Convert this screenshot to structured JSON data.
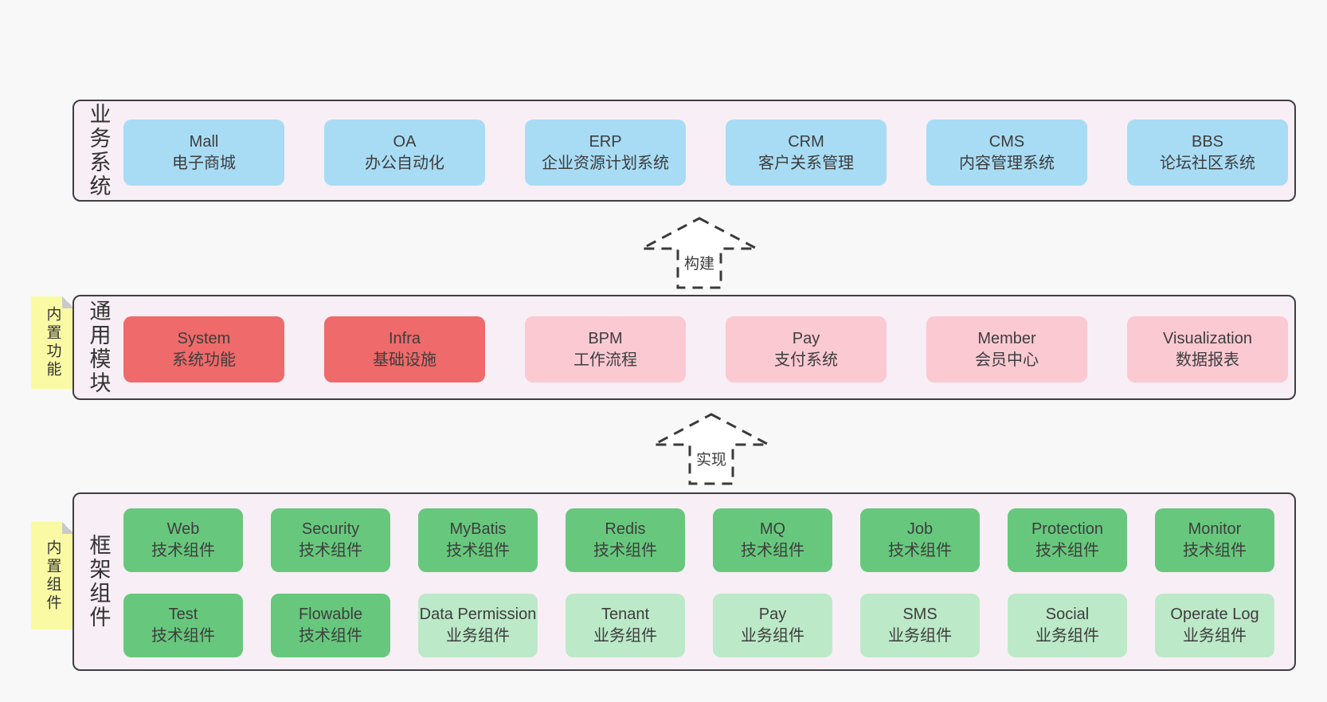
{
  "colors": {
    "canvas_bg": "#f8f8f8",
    "panel_bg": "#f8eef6",
    "panel_border": "#3f3f3f",
    "blue_box": "#a8dcf4",
    "red_box": "#ef6a6a",
    "pink_box": "#fbc9d2",
    "dark_green_box": "#67c87d",
    "light_green_box": "#bce9c8",
    "sticky_note": "#fafaa4",
    "sticky_fold": "#c9c9c9",
    "text": "#3d3d3d"
  },
  "layers": [
    {
      "label": "业务系统",
      "boxes": [
        {
          "title": "Mall",
          "subtitle": "电子商城"
        },
        {
          "title": "OA",
          "subtitle": "办公自动化"
        },
        {
          "title": "ERP",
          "subtitle": "企业资源计划系统"
        },
        {
          "title": "CRM",
          "subtitle": "客户关系管理"
        },
        {
          "title": "CMS",
          "subtitle": "内容管理系统"
        },
        {
          "title": "BBS",
          "subtitle": "论坛社区系统"
        }
      ]
    },
    {
      "label": "通用模块",
      "sticky": "内置功能",
      "boxes": [
        {
          "title": "System",
          "subtitle": "系统功能"
        },
        {
          "title": "Infra",
          "subtitle": "基础设施"
        },
        {
          "title": "BPM",
          "subtitle": "工作流程"
        },
        {
          "title": "Pay",
          "subtitle": "支付系统"
        },
        {
          "title": "Member",
          "subtitle": "会员中心"
        },
        {
          "title": "Visualization",
          "subtitle": "数据报表"
        }
      ]
    },
    {
      "label": "框架组件",
      "sticky": "内置组件",
      "rows": [
        [
          {
            "title": "Web",
            "subtitle": "技术组件"
          },
          {
            "title": "Security",
            "subtitle": "技术组件"
          },
          {
            "title": "MyBatis",
            "subtitle": "技术组件"
          },
          {
            "title": "Redis",
            "subtitle": "技术组件"
          },
          {
            "title": "MQ",
            "subtitle": "技术组件"
          },
          {
            "title": "Job",
            "subtitle": "技术组件"
          },
          {
            "title": "Protection",
            "subtitle": "技术组件"
          },
          {
            "title": "Monitor",
            "subtitle": "技术组件"
          }
        ],
        [
          {
            "title": "Test",
            "subtitle": "技术组件"
          },
          {
            "title": "Flowable",
            "subtitle": "技术组件"
          },
          {
            "title": "Data Permission",
            "subtitle": "业务组件"
          },
          {
            "title": "Tenant",
            "subtitle": "业务组件"
          },
          {
            "title": "Pay",
            "subtitle": "业务组件"
          },
          {
            "title": "SMS",
            "subtitle": "业务组件"
          },
          {
            "title": "Social",
            "subtitle": "业务组件"
          },
          {
            "title": "Operate Log",
            "subtitle": "业务组件"
          }
        ]
      ]
    }
  ],
  "arrows": [
    {
      "label": "构建"
    },
    {
      "label": "实现"
    }
  ]
}
